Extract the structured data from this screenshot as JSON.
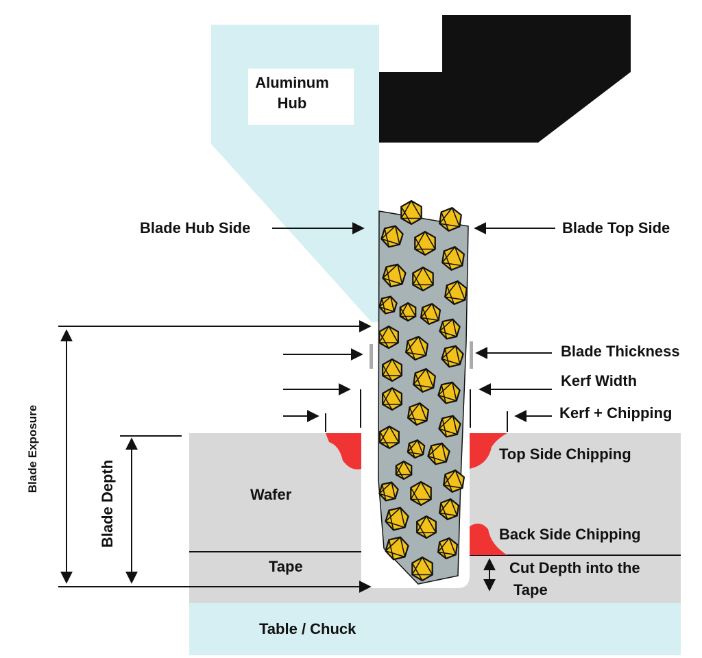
{
  "labels": {
    "hub_line1": "Aluminum",
    "hub_line2": "Hub",
    "blade_hub_side": "Blade Hub Side",
    "blade_top_side": "Blade Top Side",
    "blade_thickness": "Blade Thickness",
    "kerf_width": "Kerf Width",
    "kerf_chipping": "Kerf + Chipping",
    "top_side_chipping": "Top Side Chipping",
    "back_side_chipping": "Back Side Chipping",
    "cut_depth_line1": "Cut Depth into the",
    "cut_depth_line2": "Tape",
    "wafer": "Wafer",
    "tape": "Tape",
    "table": "Table / Chuck",
    "blade_exposure": "Blade Exposure",
    "blade_depth": "Blade Depth"
  },
  "colors": {
    "hub": "#d6eff3",
    "wafer": "#d8d8d8",
    "blade": "#a8b3b5",
    "diamond": "#f2c21b",
    "chipping": "#f03434",
    "spindle": "#111111"
  }
}
